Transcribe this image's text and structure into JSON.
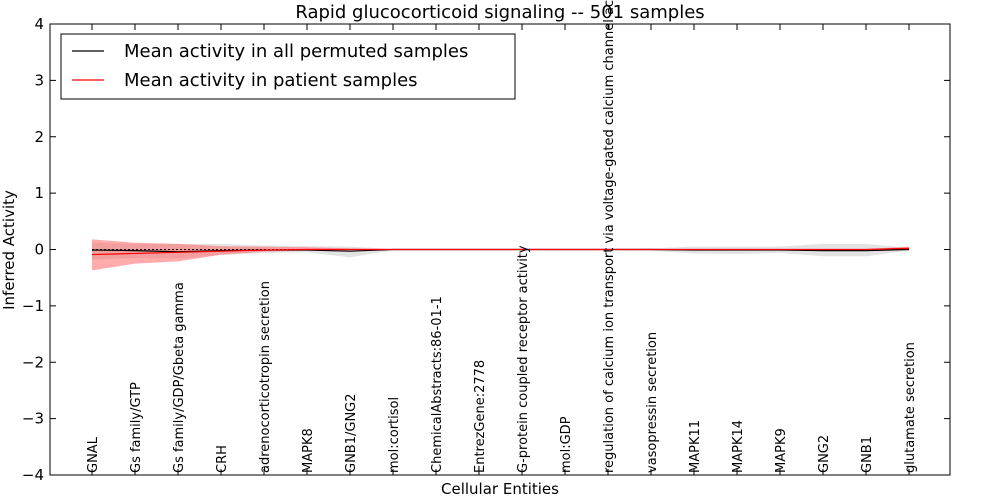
{
  "chart_data": {
    "type": "line",
    "title": "Rapid glucocorticoid signaling -- 501 samples",
    "xlabel": "Cellular Entities",
    "ylabel": "Inferred Activity",
    "ylim": [
      -4,
      4
    ],
    "yticks": [
      -4,
      -3,
      -2,
      -1,
      0,
      1,
      2,
      3,
      4
    ],
    "ytick_labels": [
      "−4",
      "−3",
      "−2",
      "−1",
      "0",
      "1",
      "2",
      "3",
      "4"
    ],
    "grid": false,
    "legend_position": "top-left",
    "categories": [
      "GNAL",
      "Gs family/GTP",
      "Gs family/GDP/Gbeta gamma",
      "CRH",
      "adrenocorticotropin secretion",
      "MAPK8",
      "GNB1/GNG2",
      "mol:cortisol",
      "ChemicalAbstracts:86-01-1",
      "EntrezGene:2778",
      "G-protein coupled receptor activity",
      "mol:GDP",
      "regulation of calcium ion transport via voltage-gated calcium channel activity",
      "vasopressin secretion",
      "MAPK11",
      "MAPK14",
      "MAPK9",
      "GNG2",
      "GNB1",
      "glutamate secretion"
    ],
    "series": [
      {
        "name": "Mean activity in all permuted samples",
        "color": "#000000",
        "band_color": "#c8c8c8",
        "values": [
          -0.01,
          -0.02,
          -0.04,
          -0.02,
          -0.01,
          -0.01,
          -0.03,
          0.0,
          0.0,
          0.0,
          0.0,
          0.0,
          0.0,
          0.0,
          -0.01,
          -0.01,
          -0.01,
          -0.02,
          -0.02,
          0.0
        ],
        "band_lower": [
          -0.18,
          -0.15,
          -0.16,
          -0.1,
          -0.06,
          -0.05,
          -0.14,
          -0.01,
          -0.01,
          -0.01,
          -0.01,
          -0.01,
          -0.01,
          -0.02,
          -0.07,
          -0.08,
          -0.06,
          -0.12,
          -0.12,
          -0.02
        ],
        "band_upper": [
          0.12,
          0.1,
          0.1,
          0.1,
          0.07,
          0.06,
          0.05,
          0.01,
          0.01,
          0.01,
          0.01,
          0.01,
          0.01,
          0.02,
          0.05,
          0.05,
          0.05,
          0.1,
          0.1,
          0.03
        ]
      },
      {
        "name": "Mean activity in patient samples",
        "color": "#ff0000",
        "band_color": "#ff6666",
        "values": [
          -0.09,
          -0.07,
          -0.05,
          -0.03,
          -0.01,
          0.0,
          0.0,
          0.0,
          0.0,
          0.0,
          0.0,
          0.0,
          0.0,
          0.0,
          0.0,
          0.0,
          0.0,
          0.0,
          0.0,
          0.02
        ],
        "band_lower": [
          -0.37,
          -0.25,
          -0.21,
          -0.09,
          -0.04,
          -0.02,
          -0.01,
          -0.01,
          -0.01,
          -0.01,
          -0.01,
          -0.01,
          -0.01,
          -0.01,
          -0.01,
          -0.01,
          -0.01,
          -0.01,
          -0.01,
          -0.01
        ],
        "band_upper": [
          0.18,
          0.12,
          0.1,
          0.06,
          0.05,
          0.04,
          0.02,
          0.01,
          0.01,
          0.01,
          0.01,
          0.01,
          0.01,
          0.01,
          0.01,
          0.01,
          0.01,
          0.01,
          0.01,
          0.05
        ]
      }
    ]
  }
}
